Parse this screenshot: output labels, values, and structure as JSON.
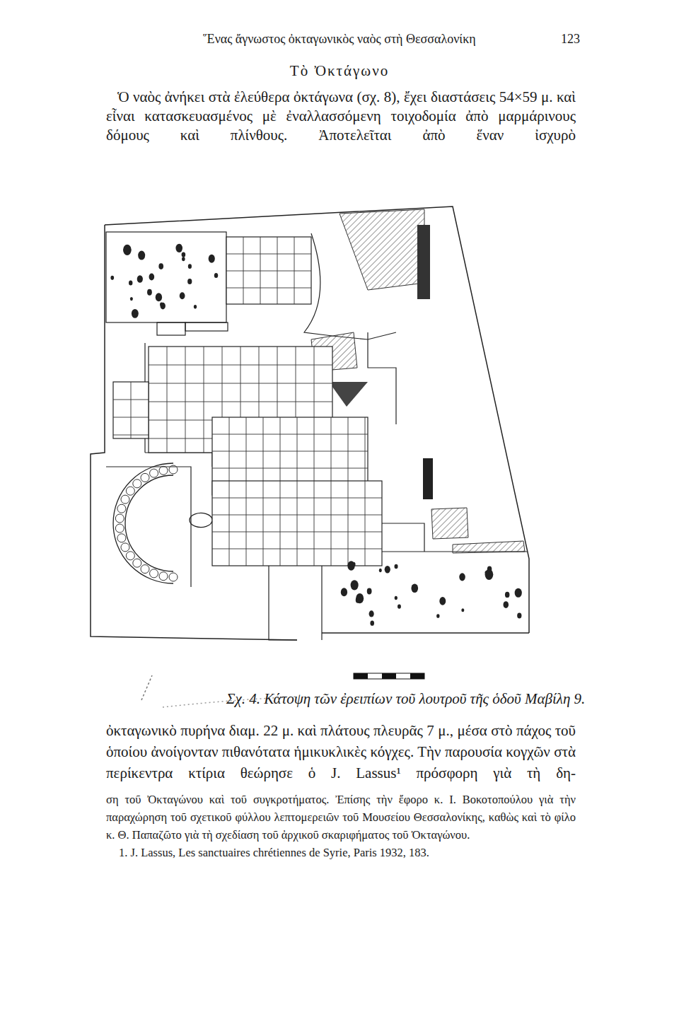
{
  "diagram": {
    "title": "Τὸ Ὀκτάγωνο",
    "caption": "Σχ. 4. Κάτοψη τῶν ἐρειπίων τοῦ λουτροῦ τῆς ὁδοῦ Μαβίλη 9.",
    "labels": [
      "Ἕνας ἄγνωστος ὀκταγωνικὸς ναὸς στὴ Θεσσαλονίκη",
      "123",
      "Ὁ ναὸς ἀνήκει στὰ ἐλεύθερα ὀκτάγωνα (σχ. 8), ἔχει διαστάσεις 54×59 μ. καὶ εἶναι κατασκευασμένος μὲ ἐναλλασσόμενη τοιχοδομία ἀπὸ μαρμάρινους δόμους καὶ πλίνθους. Ἀποτελεῖται ἀπὸ ἕναν ἰσχυρὸ",
      "ὀκταγωνικὸ πυρήνα διαμ. 22 μ. καὶ πλάτους πλευρᾶς 7 μ., μέσα στὸ πάχος τοῦ ὁποίου ἀνοίγονταν πιθανότατα ἡμικυκλικὲς κόγχες. Τὴν παρουσία κογχῶν στὰ περίκεντρα κτίρια θεώρησε ὁ J. Lassus¹ πρόσφορη γιὰ τὴ δη-",
      "ση τοῦ Ὀκταγώνου καὶ τοῦ συγκροτήματος. Ἐπίσης τὴν ἔφορο κ. Ι. Βοκοτοπούλου γιὰ τὴν παραχώρηση τοῦ σχετικοῦ φύλλου λεπτομερειῶν τοῦ Μουσείου Θεσσαλονίκης, καθὼς καὶ τὸ φίλο κ. Θ. Παπαζῶτο γιὰ τὴ σχεδίαση τοῦ ἀρχικοῦ σκαριφήματος τοῦ Ὀκταγώνου.",
      "1. J. Lassus, Les sanctuaires chrétiennes de Syrie, Paris 1932, 183."
    ]
  }
}
